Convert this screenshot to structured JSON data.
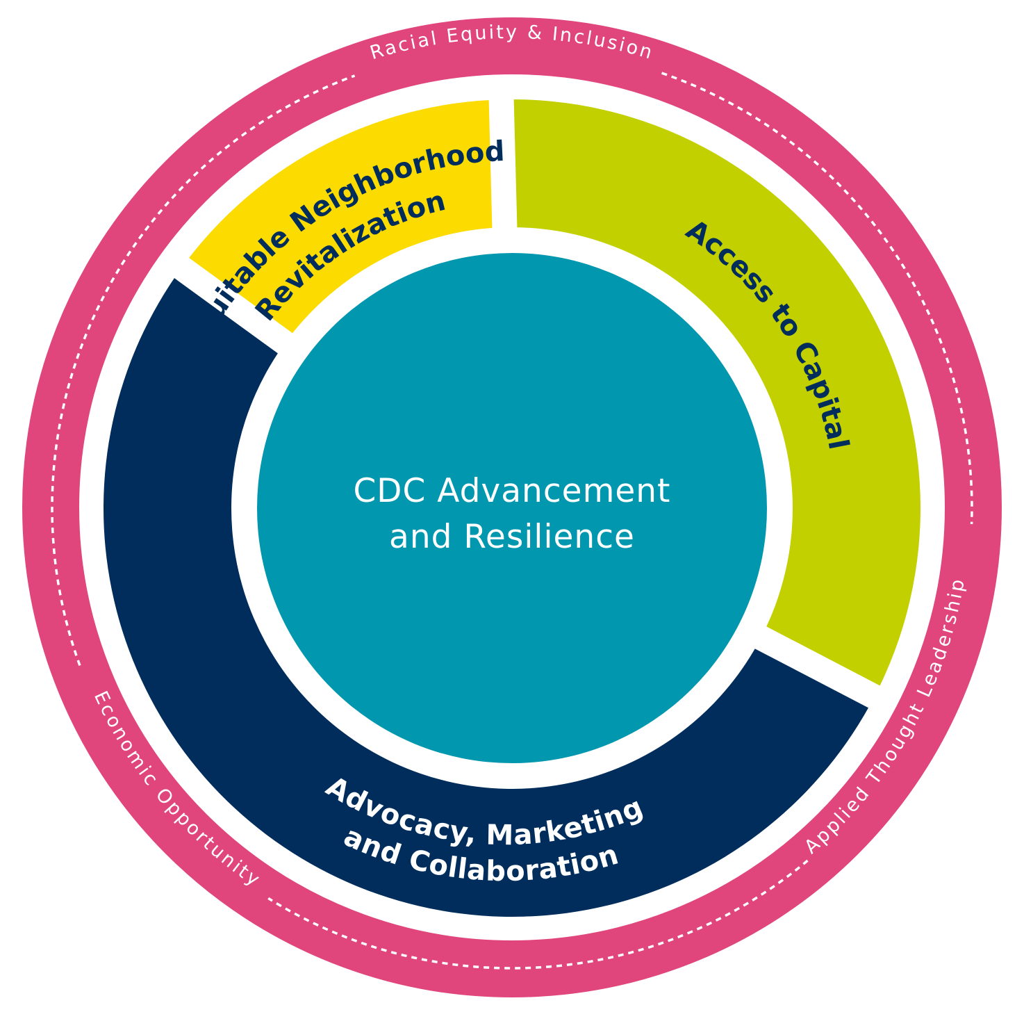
{
  "title": "CDC Advancement and Resilience framework",
  "colors": {
    "ring": "#E0457B",
    "equitable": "#FBDB00",
    "capital": "#C3D000",
    "advocacy": "#002D5C",
    "core": "#0097AF",
    "dark_text": "#002D5C",
    "light_text": "#FFFFFF"
  },
  "center": {
    "line1": "CDC Advancement",
    "line2": "and Resilience"
  },
  "segments": {
    "equitable": {
      "line1": "Equitable Neighborhood",
      "line2": "Revitalization"
    },
    "capital": {
      "line1": "Access to Capital"
    },
    "advocacy": {
      "line1": "Advocacy, Marketing",
      "line2": "and Collaboration"
    }
  },
  "ring_labels": {
    "top": "Racial Equity & Inclusion",
    "left": "Economic Opportunity",
    "right": "Applied Thought Leadership"
  }
}
